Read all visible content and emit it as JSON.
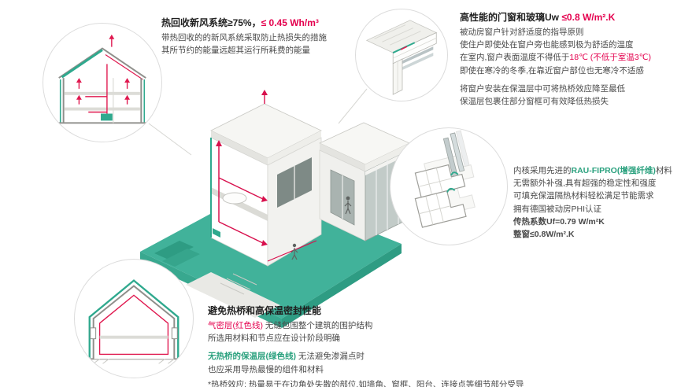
{
  "colors": {
    "teal": "#2fa98e",
    "red": "#e4014e",
    "text": "#4a4a4a"
  },
  "heat_recovery": {
    "title_main": "热回收新风系统≥75%，",
    "title_value": "≤ 0.45 Wh/m³",
    "lines": [
      "带热回收的的新风系统采取防止热损失的措施",
      "其所节约的能量远超其运行所耗费的能量"
    ]
  },
  "windows": {
    "title_main": "高性能的门窗和玻璃Uw ",
    "title_value": "≤0.8 W/m².K",
    "para1": [
      "被动房窗户针对舒适度的指导原则",
      "使住户即使处在窗户旁也能感到极为舒适的温度"
    ],
    "line3_pre": "在室内,窗户表面温度不得低于",
    "line3_red": "18℃ (不低于室温3℃)",
    "line4": "即使在寒冷的冬季,在靠近窗户部位也无寒冷不适感",
    "para2": [
      "将窗户安装在保温层中可将热桥效应降至最低",
      "保温层包裹住部分窗框可有效降低热损失"
    ]
  },
  "profile": {
    "line1_pre": "内核采用先进的",
    "line1_highlight": "RAU-FIPRO(增强纤维)",
    "line1_post": "材料",
    "lines": [
      "无需额外补强,具有超强的稳定性和强度",
      "可填充保温隔热材料轻松满足节能需求",
      "拥有德国被动房PHI认证"
    ],
    "stat1": "传热系数Uf=0.79 W/m²K",
    "stat2": "整窗≤0.8W/m².K"
  },
  "thermal": {
    "title": "避免热桥和高保温密封性能",
    "line1_red": "气密层(红色线)",
    "line1_rest": " 无缝包围整个建筑的围护结构",
    "line2": "所选用材料和节点应在设计阶段明确",
    "line3_teal": "无热桥的保温层(绿色线)",
    "line3_rest": " 无法避免渗漏点时",
    "line4": "也应采用导热最慢的组件和材料",
    "footnote": "*热桥效应: 热量易于在边角处失散的部位,如墙角、窗框、阳台、连接点等细节部分受导"
  }
}
